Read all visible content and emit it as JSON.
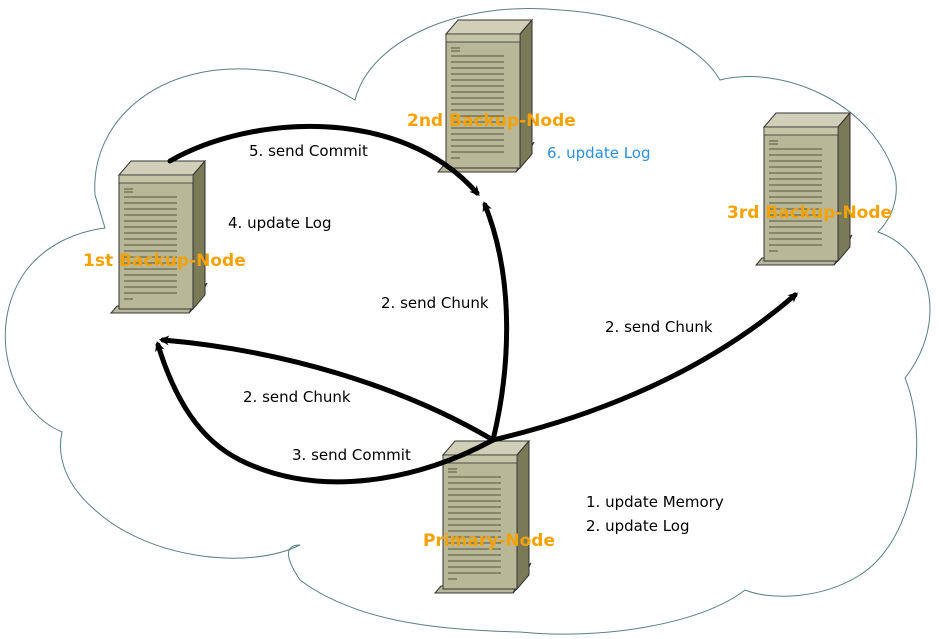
{
  "colors": {
    "node_label": "#f5a100",
    "highlight_label": "#2b8fe6",
    "text": "#000000",
    "cloud_stroke": "#5a8080",
    "cloud_fill": "#ffffff",
    "server_body": "#b8b898",
    "server_side": "#7a7a58",
    "server_top": "#d0d0b8",
    "arrow": "#000000"
  },
  "nodes": {
    "primary": {
      "label": "Primary-Node",
      "icon": "server-icon"
    },
    "backup1": {
      "label": "1st Backup-Node",
      "icon": "server-icon"
    },
    "backup2": {
      "label": "2nd Backup-Node",
      "icon": "server-icon"
    },
    "backup3": {
      "label": "3rd Backup-Node",
      "icon": "server-icon"
    }
  },
  "steps": {
    "update_memory": "1. update Memory",
    "update_log_primary": "2. update Log",
    "send_chunk_to_backup1": "2. send Chunk",
    "send_chunk_to_backup2": "2. send Chunk",
    "send_chunk_to_backup3": "2. send Chunk",
    "send_commit_to_backup1": "3. send Commit",
    "update_log_backup1": "4. update Log",
    "send_commit_to_backup2": "5. send Commit",
    "update_log_backup2": "6. update Log"
  }
}
